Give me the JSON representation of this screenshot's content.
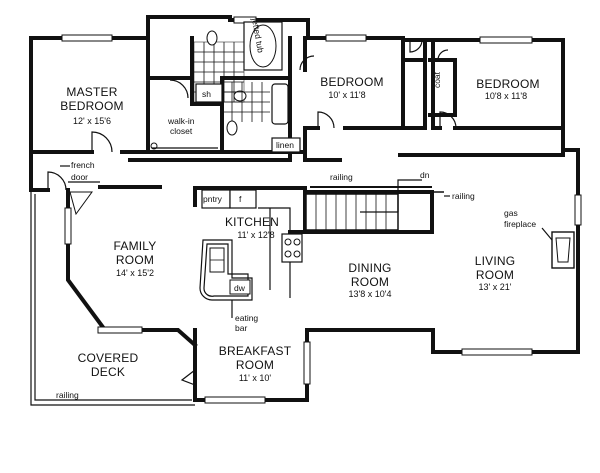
{
  "rooms": {
    "master": {
      "name1": "MASTER",
      "name2": "BEDROOM",
      "dim": "12' x 15'6"
    },
    "bedroom2": {
      "name": "BEDROOM",
      "dim": "10' x 11'8"
    },
    "bedroom3": {
      "name": "BEDROOM",
      "dim": "10'8 x 11'8"
    },
    "family": {
      "name1": "FAMILY",
      "name2": "ROOM",
      "dim": "14' x 15'2"
    },
    "kitchen": {
      "name": "KITCHEN",
      "dim": "11' x 12'8"
    },
    "dining": {
      "name1": "DINING",
      "name2": "ROOM",
      "dim": "13'8 x 10'4"
    },
    "living": {
      "name1": "LIVING",
      "name2": "ROOM",
      "dim": "13' x 21'"
    },
    "breakfast": {
      "name1": "BREAKFAST",
      "name2": "ROOM",
      "dim": "11' x 10'"
    },
    "deck": {
      "name1": "COVERED",
      "name2": "DECK"
    }
  },
  "labels": {
    "jetted_tub": "jetted tub",
    "shower": "sh",
    "walkin1": "walk-in",
    "walkin2": "closet",
    "linen": "linen",
    "coat": "coat",
    "french1": "french",
    "french2": "door",
    "pantry": "pntry",
    "fridge": "f",
    "dishwasher": "dw",
    "eating1": "eating",
    "eating2": "bar",
    "railing_top": "railing",
    "railing_right": "railing",
    "railing_deck": "railing",
    "down": "dn",
    "gas1": "gas",
    "gas2": "fireplace"
  }
}
